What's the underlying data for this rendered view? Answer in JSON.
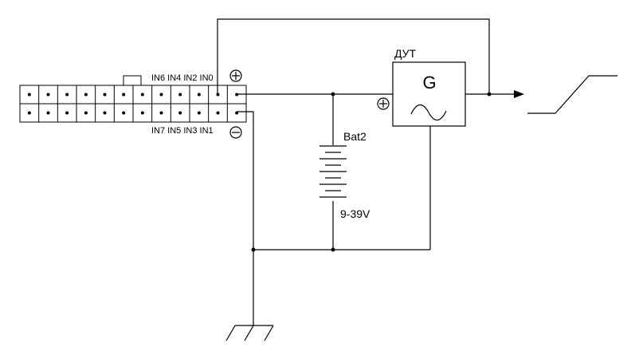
{
  "connector": {
    "columns": 12,
    "rows": 2,
    "top_labels": "IN6 IN4 IN2 IN0",
    "bottom_labels": "IN7 IN5 IN3 IN1",
    "plus_symbol": "+",
    "minus_symbol": "−"
  },
  "battery": {
    "name": "Bat2",
    "voltage": "9-39V"
  },
  "device": {
    "title": "ДУТ",
    "symbol": "G",
    "plus_symbol": "+"
  },
  "colors": {
    "line": "#000000",
    "background": "#ffffff"
  }
}
